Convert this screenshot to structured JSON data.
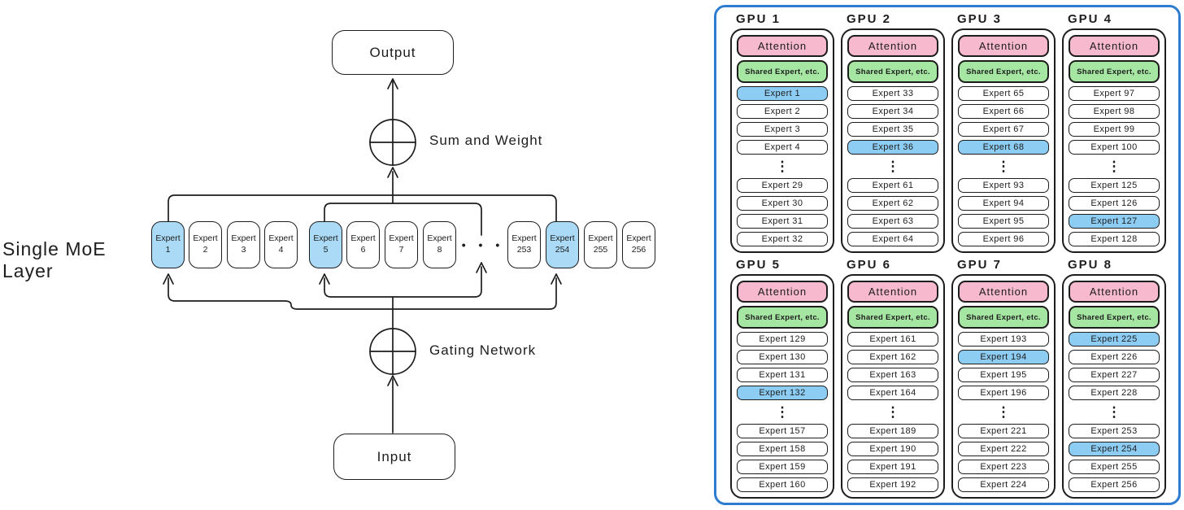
{
  "left_diagram": {
    "title": "Single MoE Layer",
    "output_label": "Output",
    "input_label": "Input",
    "sum_node_label": "Sum and Weight",
    "gate_node_label": "Gating Network",
    "ellipsis": "• • •",
    "experts": [
      {
        "word": "Expert",
        "num": "1",
        "highlighted": true
      },
      {
        "word": "Expert",
        "num": "2",
        "highlighted": false
      },
      {
        "word": "Expert",
        "num": "3",
        "highlighted": false
      },
      {
        "word": "Expert",
        "num": "4",
        "highlighted": false
      },
      {
        "word": "Expert",
        "num": "5",
        "highlighted": true
      },
      {
        "word": "Expert",
        "num": "6",
        "highlighted": false
      },
      {
        "word": "Expert",
        "num": "7",
        "highlighted": false
      },
      {
        "word": "Expert",
        "num": "8",
        "highlighted": false
      },
      {
        "word": "Expert",
        "num": "253",
        "highlighted": false
      },
      {
        "word": "Expert",
        "num": "254",
        "highlighted": true
      },
      {
        "word": "Expert",
        "num": "255",
        "highlighted": false
      },
      {
        "word": "Expert",
        "num": "256",
        "highlighted": false
      }
    ]
  },
  "gpu_grid": {
    "attention_label": "Attention",
    "shared_label": "Shared Expert, etc.",
    "dots": "⋮",
    "panels": [
      {
        "title": "GPU 1",
        "experts_top": [
          {
            "label": "Expert 1",
            "highlighted": true
          },
          {
            "label": "Expert 2",
            "highlighted": false
          },
          {
            "label": "Expert 3",
            "highlighted": false
          },
          {
            "label": "Expert 4",
            "highlighted": false
          }
        ],
        "experts_bottom": [
          {
            "label": "Expert 29",
            "highlighted": false
          },
          {
            "label": "Expert 30",
            "highlighted": false
          },
          {
            "label": "Expert 31",
            "highlighted": false
          },
          {
            "label": "Expert 32",
            "highlighted": false
          }
        ]
      },
      {
        "title": "GPU 2",
        "experts_top": [
          {
            "label": "Expert 33",
            "highlighted": false
          },
          {
            "label": "Expert 34",
            "highlighted": false
          },
          {
            "label": "Expert 35",
            "highlighted": false
          },
          {
            "label": "Expert 36",
            "highlighted": true
          }
        ],
        "experts_bottom": [
          {
            "label": "Expert 61",
            "highlighted": false
          },
          {
            "label": "Expert 62",
            "highlighted": false
          },
          {
            "label": "Expert 63",
            "highlighted": false
          },
          {
            "label": "Expert 64",
            "highlighted": false
          }
        ]
      },
      {
        "title": "GPU 3",
        "experts_top": [
          {
            "label": "Expert 65",
            "highlighted": false
          },
          {
            "label": "Expert 66",
            "highlighted": false
          },
          {
            "label": "Expert 67",
            "highlighted": false
          },
          {
            "label": "Expert 68",
            "highlighted": true
          }
        ],
        "experts_bottom": [
          {
            "label": "Expert 93",
            "highlighted": false
          },
          {
            "label": "Expert 94",
            "highlighted": false
          },
          {
            "label": "Expert 95",
            "highlighted": false
          },
          {
            "label": "Expert 96",
            "highlighted": false
          }
        ]
      },
      {
        "title": "GPU 4",
        "experts_top": [
          {
            "label": "Expert 97",
            "highlighted": false
          },
          {
            "label": "Expert 98",
            "highlighted": false
          },
          {
            "label": "Expert 99",
            "highlighted": false
          },
          {
            "label": "Expert 100",
            "highlighted": false
          }
        ],
        "experts_bottom": [
          {
            "label": "Expert 125",
            "highlighted": false
          },
          {
            "label": "Expert 126",
            "highlighted": false
          },
          {
            "label": "Expert 127",
            "highlighted": true
          },
          {
            "label": "Expert 128",
            "highlighted": false
          }
        ]
      },
      {
        "title": "GPU 5",
        "experts_top": [
          {
            "label": "Expert 129",
            "highlighted": false
          },
          {
            "label": "Expert 130",
            "highlighted": false
          },
          {
            "label": "Expert 131",
            "highlighted": false
          },
          {
            "label": "Expert 132",
            "highlighted": true
          }
        ],
        "experts_bottom": [
          {
            "label": "Expert 157",
            "highlighted": false
          },
          {
            "label": "Expert 158",
            "highlighted": false
          },
          {
            "label": "Expert 159",
            "highlighted": false
          },
          {
            "label": "Expert 160",
            "highlighted": false
          }
        ]
      },
      {
        "title": "GPU 6",
        "experts_top": [
          {
            "label": "Expert 161",
            "highlighted": false
          },
          {
            "label": "Expert 162",
            "highlighted": false
          },
          {
            "label": "Expert 163",
            "highlighted": false
          },
          {
            "label": "Expert 164",
            "highlighted": false
          }
        ],
        "experts_bottom": [
          {
            "label": "Expert 189",
            "highlighted": false
          },
          {
            "label": "Expert 190",
            "highlighted": false
          },
          {
            "label": "Expert 191",
            "highlighted": false
          },
          {
            "label": "Expert 192",
            "highlighted": false
          }
        ]
      },
      {
        "title": "GPU 7",
        "experts_top": [
          {
            "label": "Expert 193",
            "highlighted": false
          },
          {
            "label": "Expert 194",
            "highlighted": true
          },
          {
            "label": "Expert 195",
            "highlighted": false
          },
          {
            "label": "Expert 196",
            "highlighted": false
          }
        ],
        "experts_bottom": [
          {
            "label": "Expert 221",
            "highlighted": false
          },
          {
            "label": "Expert 222",
            "highlighted": false
          },
          {
            "label": "Expert 223",
            "highlighted": false
          },
          {
            "label": "Expert 224",
            "highlighted": false
          }
        ]
      },
      {
        "title": "GPU 8",
        "experts_top": [
          {
            "label": "Expert 225",
            "highlighted": true
          },
          {
            "label": "Expert 226",
            "highlighted": false
          },
          {
            "label": "Expert 227",
            "highlighted": false
          },
          {
            "label": "Expert 228",
            "highlighted": false
          }
        ],
        "experts_bottom": [
          {
            "label": "Expert 253",
            "highlighted": false
          },
          {
            "label": "Expert 254",
            "highlighted": true
          },
          {
            "label": "Expert 255",
            "highlighted": false
          },
          {
            "label": "Expert 256",
            "highlighted": false
          }
        ]
      }
    ]
  },
  "colors": {
    "stroke": "#1d1d1d",
    "attention_pink": "#f7b9ce",
    "shared_green": "#a5e7a2",
    "highlight_blue_right": "#8ecdf3",
    "highlight_blue_left": "#aadaf5",
    "panel_border_blue": "#2d7cd1"
  }
}
